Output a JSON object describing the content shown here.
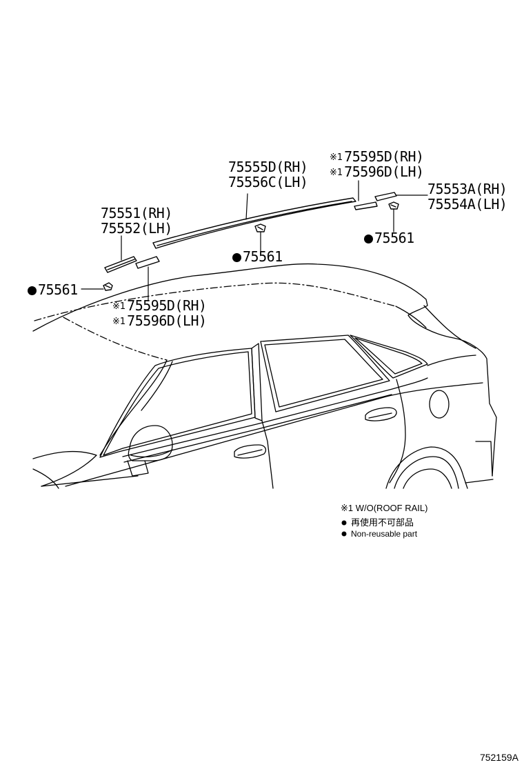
{
  "callouts": {
    "part_75555D_RH": "75555D(RH)",
    "part_75556C_LH": "75556C(LH)",
    "top_right_note_marker_1": "※1",
    "part_75595D_RH_top": "75595D(RH)",
    "top_right_note_marker_2": "※1",
    "part_75596D_LH_top": "75596D(LH)",
    "part_75553A_RH": "75553A(RH)",
    "part_75554A_LH": "75554A(LH)",
    "part_75551_RH": "75551(RH)",
    "part_75552_LH": "75552(LH)",
    "clip_75561_center": "75561",
    "clip_75561_right": "75561",
    "clip_75561_left": "75561",
    "left_note_marker_1": "※1",
    "part_75595D_RH_left": "75595D(RH)",
    "left_note_marker_2": "※1",
    "part_75596D_LH_left": "75596D(LH)"
  },
  "legend": {
    "note_1": "※1 W/O(ROOF RAIL)",
    "non_reusable_jp": "再使用不可部品",
    "non_reusable_en": "Non-reusable part"
  },
  "diagram_id": "752159A",
  "colors": {
    "line": "#000000",
    "background": "#ffffff"
  }
}
